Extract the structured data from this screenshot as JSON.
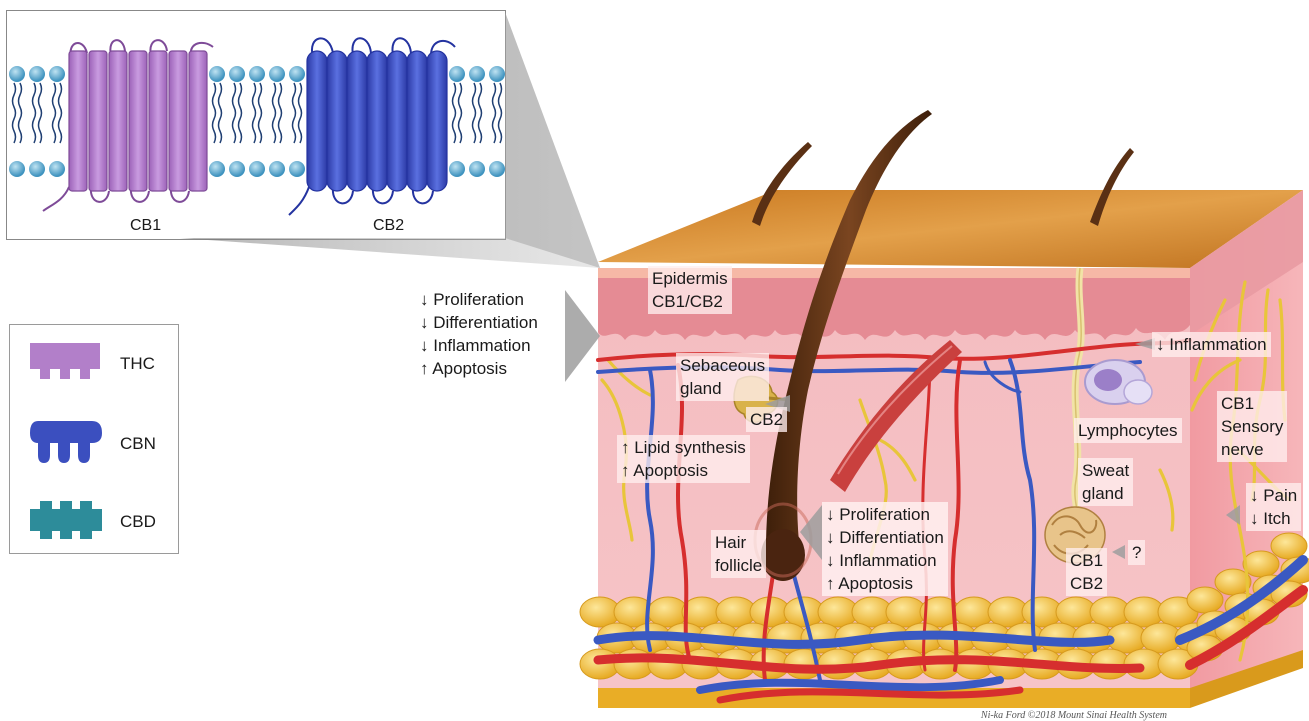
{
  "inset": {
    "receptor1": "CB1",
    "receptor2": "CB2"
  },
  "legend": {
    "items": [
      {
        "label": "THC",
        "color": "#b27fc9",
        "icon": "thc-shape"
      },
      {
        "label": "CBN",
        "color": "#3b4fbf",
        "icon": "cbn-shape"
      },
      {
        "label": "CBD",
        "color": "#2d8c9a",
        "icon": "cbd-shape"
      }
    ]
  },
  "labels": {
    "epidermis": [
      "Epidermis",
      "CB1/CB2"
    ],
    "epidermis_effects": [
      "↓ Proliferation",
      "↓ Differentiation",
      "↓ Inflammation",
      "↑ Apoptosis"
    ],
    "sebaceous": [
      "Sebaceous",
      "gland"
    ],
    "sebaceous_cb2": "CB2",
    "sebaceous_effects": [
      "↑ Lipid synthesis",
      "↑ Apoptosis"
    ],
    "hair_follicle": [
      "Hair",
      "follicle"
    ],
    "follicle_effects": [
      "↓ Proliferation",
      "↓ Differentiation",
      "↓ Inflammation",
      "↑ Apoptosis"
    ],
    "inflammation_right": "↓ Inflammation",
    "lymphocytes": "Lymphocytes",
    "sweat_gland": [
      "Sweat",
      "gland"
    ],
    "sweat_receptors": [
      "CB1",
      "CB2"
    ],
    "question": "?",
    "sensory": [
      "CB1",
      "Sensory",
      "nerve"
    ],
    "pain_itch": [
      "↓ Pain",
      "↓ Itch"
    ]
  },
  "credit": "Ni-ka Ford ©2018 Mount Sinai Health System",
  "colors": {
    "dermis": "#f2b3b5",
    "epidermis": "#e7878f",
    "skin_top": "#d98a2c",
    "fat": "#f2c53a",
    "artery": "#d92b2b",
    "vein": "#3a5ac0",
    "nerve": "#e8c43a",
    "hair": "#5a3014"
  }
}
